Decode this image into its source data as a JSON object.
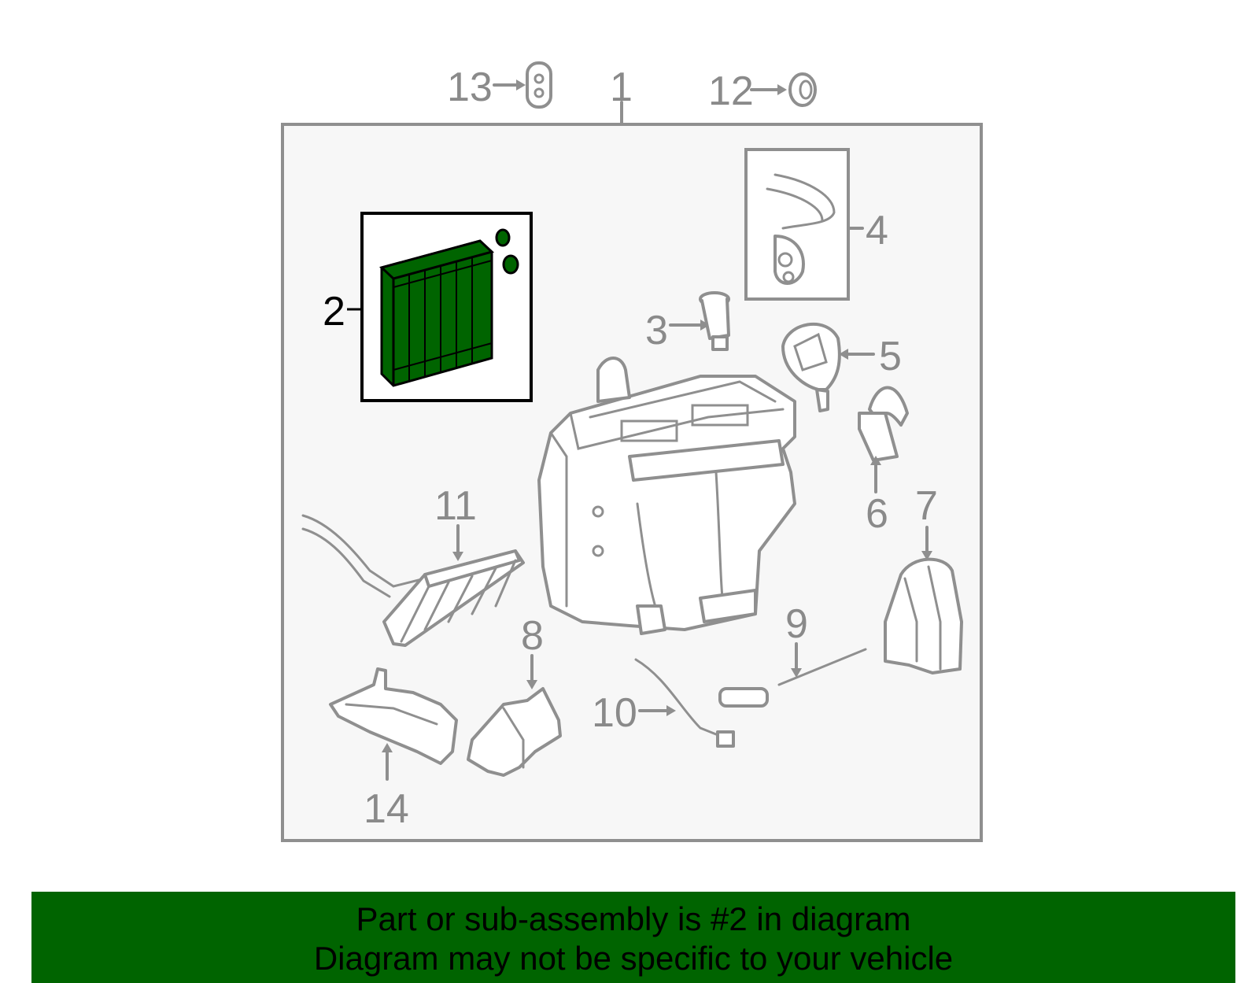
{
  "diagram": {
    "callouts": {
      "c1": "1",
      "c2": "2",
      "c3": "3",
      "c4": "4",
      "c5": "5",
      "c6": "6",
      "c7": "7",
      "c8": "8",
      "c9": "9",
      "c10": "10",
      "c11": "11",
      "c12": "12",
      "c13": "13",
      "c14": "14"
    },
    "highlighted_part": "2",
    "highlight_color": "#006400",
    "frame_background": "#f7f7f7"
  },
  "banner": {
    "line1": "Part or sub-assembly is #2 in diagram",
    "line2": "Diagram may not be specific to your vehicle",
    "background": "#006400"
  }
}
